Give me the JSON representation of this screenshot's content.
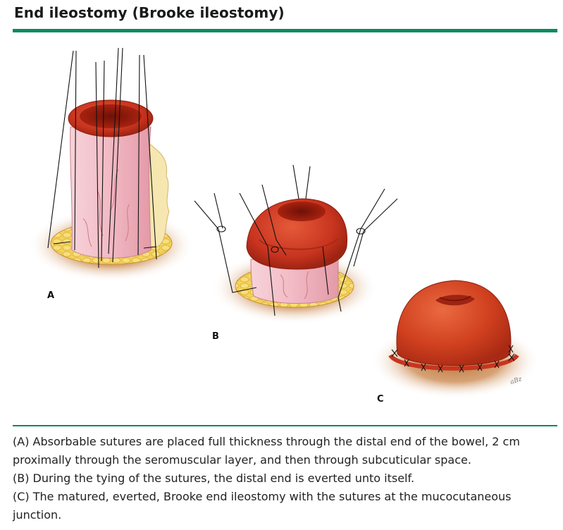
{
  "header": {
    "title": "End ileostomy (Brooke ileostomy)",
    "accent_color": "#0a8a5e"
  },
  "figure": {
    "panel_labels": [
      "A",
      "B",
      "C"
    ],
    "artist_signature": "aBz",
    "colors": {
      "bowel_red": "#c8341f",
      "mucosa_pink": "#f2c4cc",
      "fat_yellow": "#f3d35a",
      "skin_tan": "#c98a55"
    }
  },
  "caption": {
    "lines": [
      "(A) Absorbable sutures are placed full thickness through the distal end of the bowel, 2 cm proximally through the seromuscular layer, and then through subcuticular space.",
      "(B) During the tying of the sutures, the distal end is everted unto itself.",
      "(C) The matured, everted, Brooke end ileostomy with the sutures at the mucocutaneous junction."
    ]
  }
}
